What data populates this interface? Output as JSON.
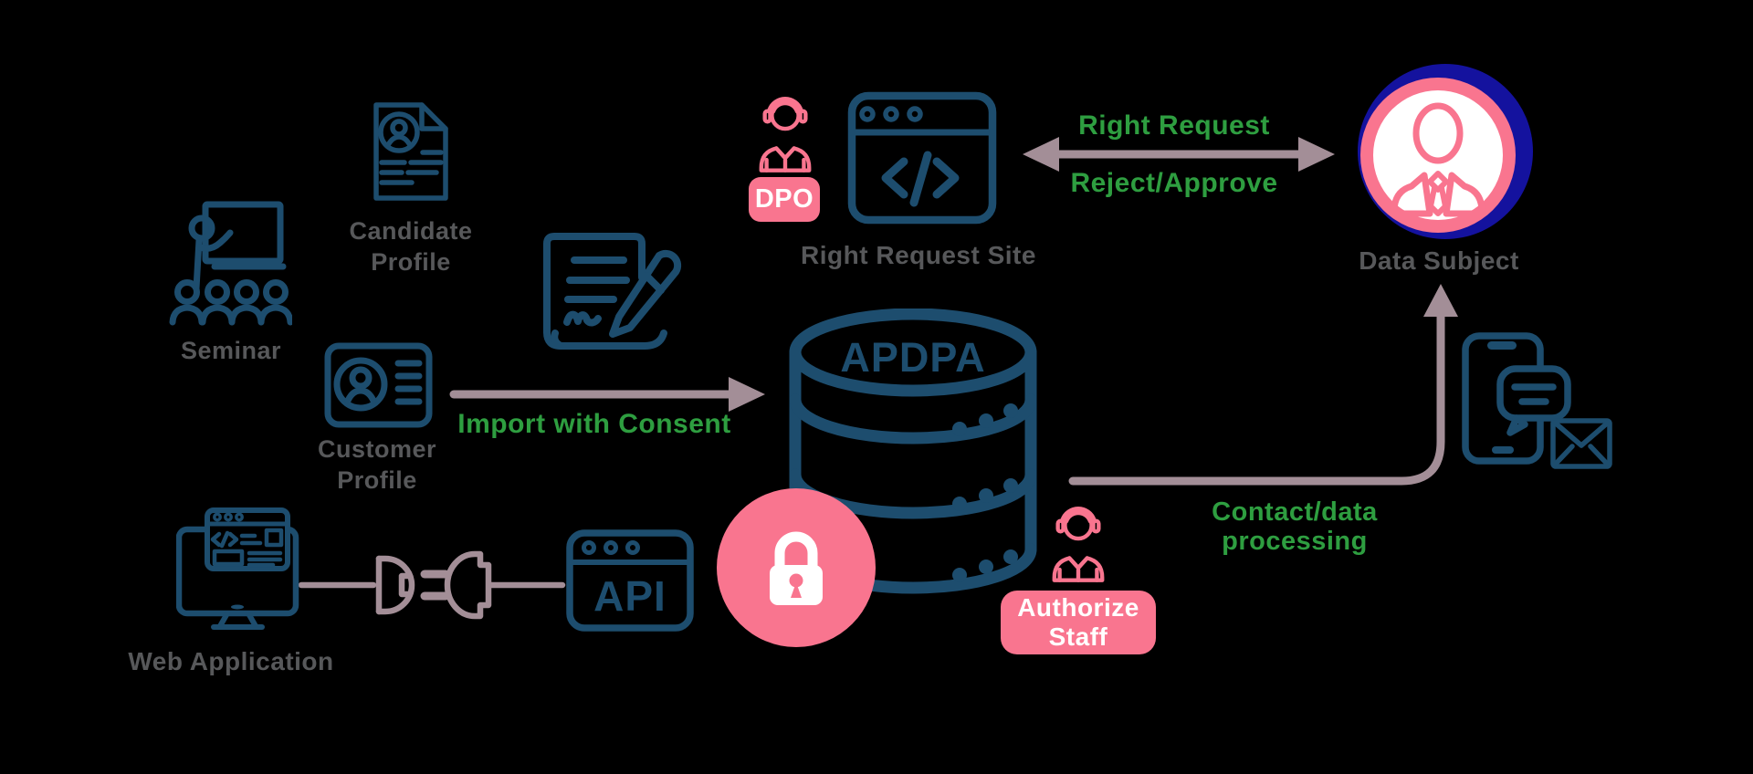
{
  "nodes": {
    "seminar": {
      "label": "Seminar"
    },
    "candidate_profile": {
      "label": "Candidate Profile"
    },
    "customer_profile": {
      "label": "Customer Profile"
    },
    "web_application": {
      "label": "Web Application"
    },
    "api_gateway": {
      "label": "API"
    },
    "database": {
      "label": "APDPA"
    },
    "dpo": {
      "badge": "DPO"
    },
    "right_request_site": {
      "label": "Right Request Site"
    },
    "data_subject": {
      "label": "Data Subject"
    },
    "authorize_staff": {
      "badge": "Authorize Staff"
    }
  },
  "edges": {
    "import_with_consent": {
      "label": "Import with Consent"
    },
    "right_request": {
      "label": "Right Request"
    },
    "reject_approve": {
      "label": "Reject/Approve"
    },
    "contact_data_processing": {
      "label": "Contact/data processing"
    }
  },
  "colors": {
    "background": "#000000",
    "icon_blue": "#1d4d6e",
    "accent_pink": "#f9758f",
    "ring_navy": "#14129e",
    "text_green": "#2e9e40",
    "arrow_mauve": "#a38e97",
    "label_gray": "#57585a"
  }
}
